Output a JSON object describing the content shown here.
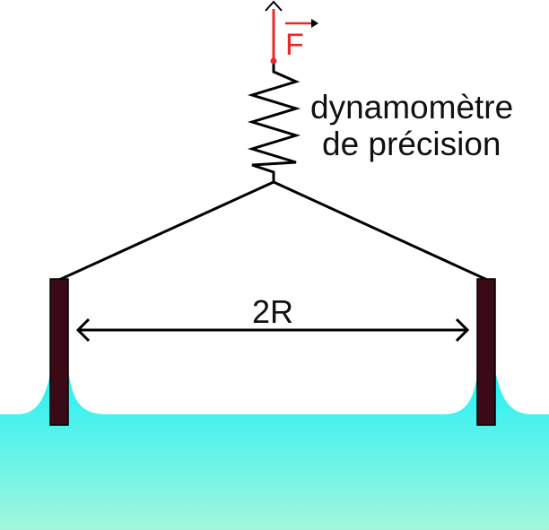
{
  "labels": {
    "force": "F",
    "spring_line1": "dynamomètre",
    "spring_line2": "de précision",
    "distance": "2R"
  },
  "colors": {
    "force": "#e8282b",
    "stroke": "#000000",
    "plate": "#3a0b17",
    "water_top": "#27f0f4",
    "water_bottom": "#a3f6dc"
  }
}
